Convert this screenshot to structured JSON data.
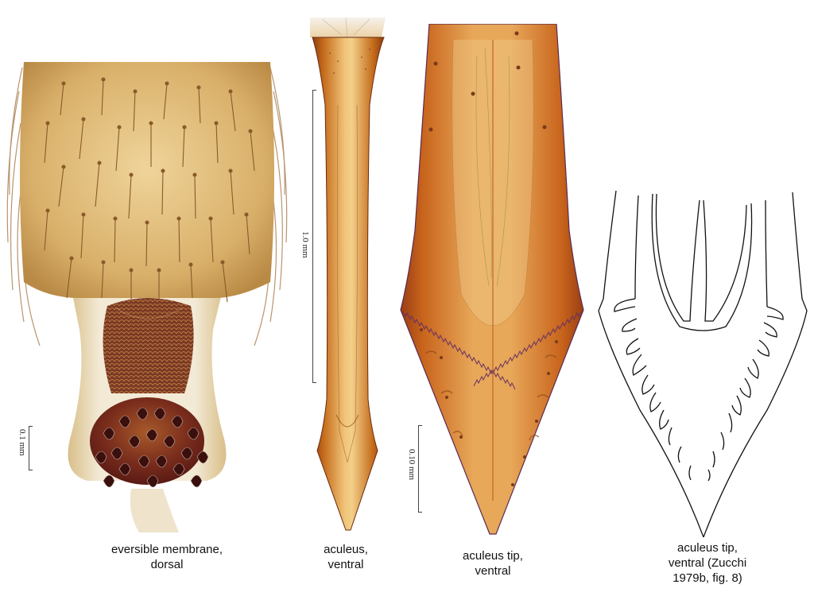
{
  "figure": {
    "panels": [
      {
        "id": "eversible-membrane",
        "caption_lines": [
          "eversible membrane,",
          "dorsal"
        ],
        "scale_bar": "0.1 mm",
        "type": "photograph"
      },
      {
        "id": "aculeus",
        "caption_lines": [
          "aculeus,",
          "ventral"
        ],
        "scale_bar": "1.0 mm",
        "type": "photograph"
      },
      {
        "id": "aculeus-tip",
        "caption_lines": [
          "aculeus tip,",
          "ventral"
        ],
        "scale_bar": "0.10 mm",
        "type": "photograph"
      },
      {
        "id": "aculeus-tip-drawing",
        "caption_lines": [
          "aculeus tip,",
          "ventral (Zucchi",
          "1979b, fig. 8)"
        ],
        "type": "line-drawing"
      }
    ],
    "colors": {
      "membrane_tergite": "#d9b06a",
      "membrane_base": "#efe3c6",
      "membrane_denticles": "#5a1a14",
      "aculeus_amber": "#d8841c",
      "aculeus_dark": "#b0561a",
      "tip_orange": "#d6801f",
      "drawing_line": "#111111"
    }
  }
}
